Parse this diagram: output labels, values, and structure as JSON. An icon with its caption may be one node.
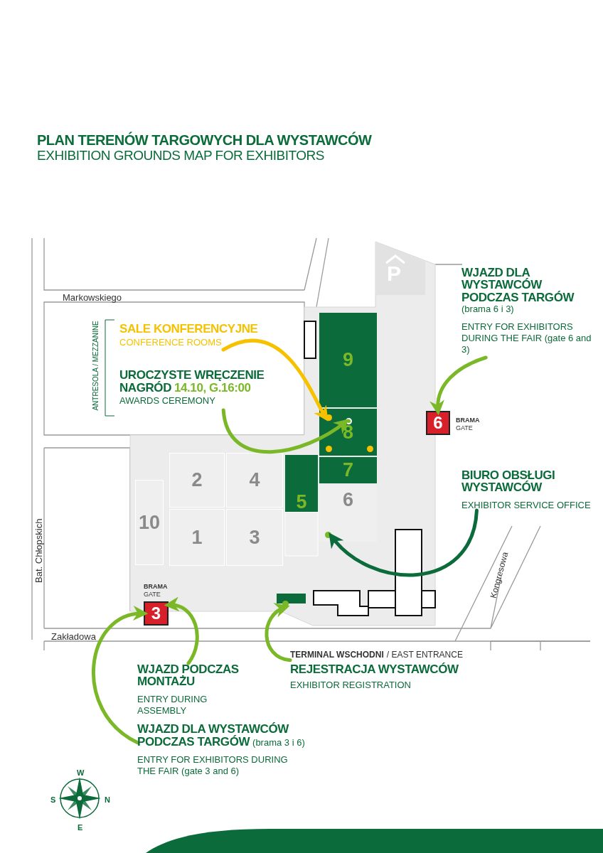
{
  "diagram": {
    "title": "PLAN TERENÓW TARGOWYCH DLA WYSTAWCÓW",
    "nodes": [
      {
        "text": [
          "SALE KONFERENCYJNE",
          "CONFERENCE ROOMS"
        ]
      },
      {
        "text": [
          "UROCZYSTE WRĘCZENIE NAGRÓD",
          "14.10, G.16:00",
          "AWARDS CEREMONY"
        ]
      },
      {
        "text": [
          "9"
        ]
      },
      {
        "text": [
          "8"
        ]
      },
      {
        "text": [],
        "shape": "circle",
        "in": 3
      },
      {
        "text": [],
        "shape": "circle",
        "in": 3
      },
      {
        "text": [],
        "shape": "circle",
        "in": 3
      },
      {
        "text": [],
        "shape": "circle",
        "in": 3
      },
      {
        "text": [
          "7"
        ]
      },
      {
        "text": [
          "2"
        ]
      },
      {
        "text": [
          "4"
        ]
      },
      {
        "text": [
          "5"
        ]
      },
      {
        "text": [
          "10"
        ]
      },
      {
        "text": [
          "1"
        ]
      },
      {
        "text": [
          "3"
        ]
      },
      {
        "text": [
          "6"
        ]
      },
      {
        "text": [],
        "shape": "circle",
        "in": 15
      },
      {
        "text": [],
        "shape": "bar"
      },
      {
        "text": [],
        "shape": "circle"
      },
      {
        "text": [
          "6"
        ],
        "beside": [
          "BRAMA",
          "GATE"
        ]
      },
      {
        "text": [
          "3"
        ],
        "beside": [
          "BRAMA",
          "GATE"
        ]
      },
      {
        "text": [
          "WJAZD DLA WYSTAWCÓW PODCZAS TARGÓW",
          "(brama 6 i 3)",
          "ENTRY FOR EXHIBITORS DURING THE FAIR (gate 6 and 3)"
        ]
      },
      {
        "text": [
          "BIURO OBSŁUGI WYSTAWCÓW",
          "EXHIBITOR SERVICE OFFICE"
        ]
      },
      {
        "text": [
          "WJAZD PODCZAS MONTAŻU",
          "ENTRY DURING ASSEMBLY"
        ]
      },
      {
        "text": [
          "TERMINAL WSCHODNI",
          "/ EAST ENTRANCE",
          "REJESTRACJA WYSTAWCÓW",
          "EXHIBITOR REGISTRATION"
        ]
      },
      {
        "text": [
          "WJAZD DLA WYSTAWCÓW PODCZAS TARGÓW",
          "(brama 3 i 6)",
          "ENTRY FOR EXHIBITORS DURING THE FAIR (gate 3 and 6)"
        ]
      }
    ],
    "edges": [
      {
        "from": 0,
        "to": 4,
        "arrow": "to",
        "color": "#f6c200"
      },
      {
        "from": 1,
        "to": 5,
        "arrow": "to"
      },
      {
        "from": 21,
        "to": 19,
        "arrow": "to"
      },
      {
        "from": 22,
        "to": 16,
        "arrow": "to",
        "color": "#0b6b3a"
      },
      {
        "from": 23,
        "to": 20,
        "arrow": "to"
      },
      {
        "from": 25,
        "to": 20,
        "arrow": "to"
      },
      {
        "from": 24,
        "to": 18,
        "arrow": "to"
      }
    ],
    "labels": [
      "EXHIBITION GROUNDS MAP FOR EXHIBITORS",
      "Markowskiego",
      "P",
      "ANTRESOLA / MEZZANINE",
      "Bat. Chłopskich",
      "Kongresowa",
      "Zakładowa",
      "W",
      "S",
      "N",
      "E"
    ]
  }
}
